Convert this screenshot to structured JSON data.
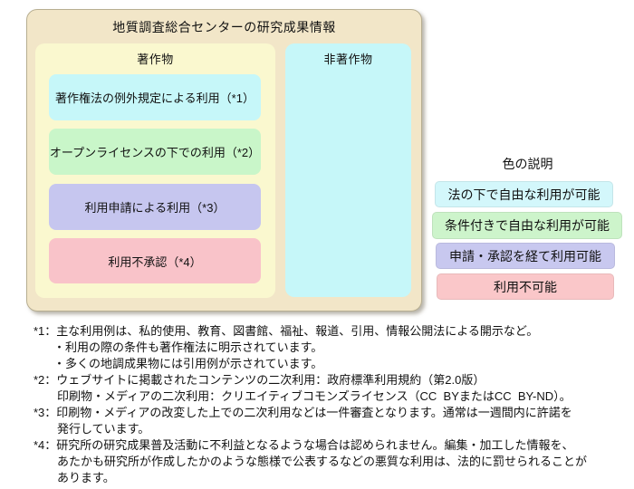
{
  "diagram": {
    "title": "地質調査総合センターの研究成果情報",
    "works": {
      "label": "著作物",
      "items": [
        {
          "label": "著作権法の例外規定による利用（*1）",
          "color": "#c6f7f9"
        },
        {
          "label": "オープンライセンスの下での利用（*2）",
          "color": "#c9f6c9"
        },
        {
          "label": "利用申請による利用（*3）",
          "color": "#c6c6ef"
        },
        {
          "label": "利用不承認（*4）",
          "color": "#f9c3c9"
        }
      ]
    },
    "non_works": {
      "label": "非著作物",
      "color": "#c6f7f9"
    }
  },
  "legend": {
    "title": "色の説明",
    "items": [
      {
        "label": "法の下で自由な利用が可能",
        "color": "#d3f7fb"
      },
      {
        "label": "条件付きで自由な利用が可能",
        "color": "#cdf4cb"
      },
      {
        "label": "申請・承認を経て利用可能",
        "color": "#c8c8ef"
      },
      {
        "label": "利用不可能",
        "color": "#fac7c9"
      }
    ]
  },
  "footnotes": [
    {
      "text": "*1：主な利用例は、私的使用、教育、図書館、福祉、報道、引用、情報公開法による開示など。"
    },
    {
      "text": "・利用の際の条件も著作権法に明示されています。"
    },
    {
      "text": "・多くの地調成果物には引用例が示されています。"
    },
    {
      "text": "*2：ウェブサイトに掲載されたコンテンツの二次利用：政府標準利用規約（第2.0版）"
    },
    {
      "text": "印刷物・メディアの二次利用：クリエイティブコモンズライセンス（CC  BYまたはCC  BY-ND）。"
    },
    {
      "text": "*3：印刷物・メディアの改変した上での二次利用などは一件審査となります。通常は一週間内に許諾を"
    },
    {
      "text": "発行しています。"
    },
    {
      "text": "*4：研究所の研究成果普及活動に不利益となるような場合は認められません。編集・加工した情報を、"
    },
    {
      "text": "あたかも研究所が作成したかのような態様で公表するなどの悪質な利用は、法的に罰せられることが"
    },
    {
      "text": "あります。"
    }
  ],
  "colors": {
    "outer_bg": "#f2e6c8",
    "works_bg": "#faf8cf",
    "cyan": "#c6f7f9",
    "green": "#c9f6c9",
    "purple": "#c6c6ef",
    "pink": "#f9c3c9",
    "legend_cyan": "#d3f7fb",
    "legend_green": "#cdf4cb",
    "legend_purple": "#c8c8ef",
    "legend_pink": "#fac7c9"
  }
}
